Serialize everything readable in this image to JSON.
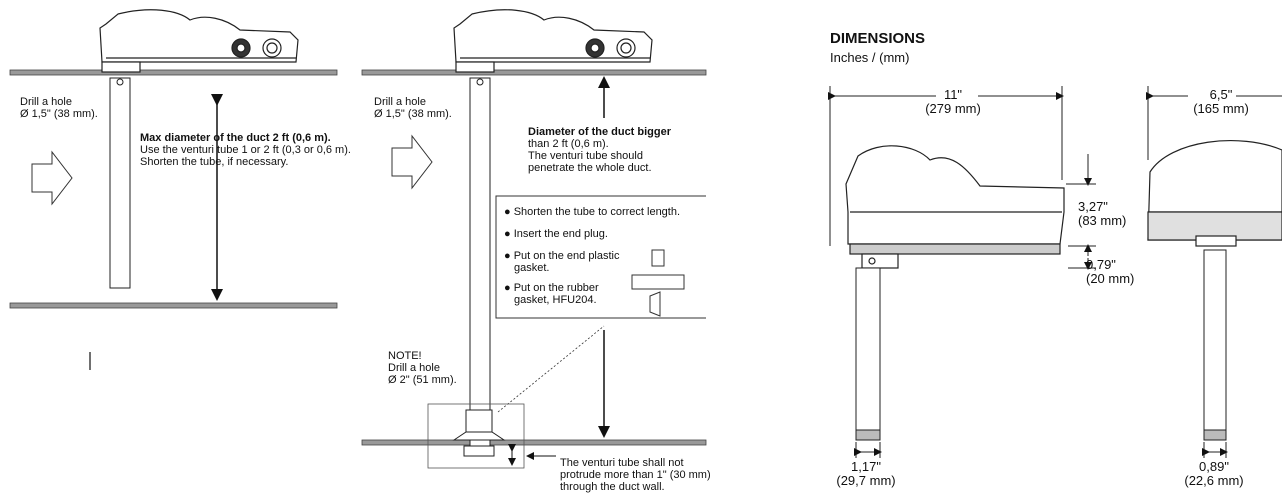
{
  "panel1": {
    "drill_line1": "Drill a hole",
    "drill_line2": "Ø 1,5\" (38 mm).",
    "max_title": "Max diameter of the duct 2 ft (0,6 m).",
    "max_line2": "Use the venturi tube 1 or 2 ft (0,3 or 0,6 m).",
    "max_line3": "Shorten the tube, if necessary."
  },
  "panel2": {
    "drill_line1": "Drill a hole",
    "drill_line2": "Ø 1,5\" (38 mm).",
    "big_title": "Diameter of the duct bigger",
    "big_line2": "than 2 ft (0,6 m).",
    "big_line3": "The venturi tube should",
    "big_line4": "penetrate the whole duct.",
    "steps": [
      "Shorten the tube to correct length.",
      "Insert the end plug.",
      "Put on the end plastic",
      "gasket.",
      "Put on the rubber",
      "gasket, HFU204."
    ],
    "note_title": "NOTE!",
    "note_line2": "Drill a hole",
    "note_line3": "Ø 2\" (51 mm).",
    "protrude_line1": "The venturi tube shall not",
    "protrude_line2": "protrude more than 1\" (30 mm)",
    "protrude_line3": "through the duct wall."
  },
  "panel3": {
    "title": "DIMENSIONS",
    "subtitle": "Inches / (mm)",
    "width_in": "11\"",
    "width_mm": "(279 mm)",
    "depth_in": "6,5\"",
    "depth_mm": "(165 mm)",
    "height_in": "3,27\"",
    "height_mm": "(83 mm)",
    "flange_in": "0,79\"",
    "flange_mm": "(20 mm)",
    "tube1_in": "1,17\"",
    "tube1_mm": "(29,7 mm)",
    "tube2_in": "0,89\"",
    "tube2_mm": "(22,6 mm)"
  }
}
